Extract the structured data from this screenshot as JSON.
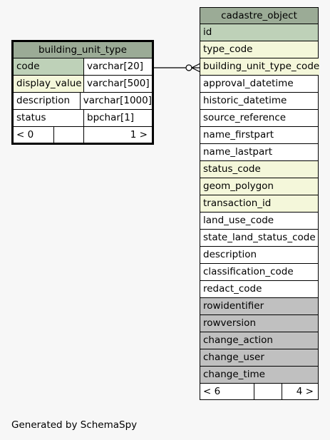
{
  "tables": {
    "building_unit_type": {
      "name": "building_unit_type",
      "columns": [
        {
          "name": "code",
          "type": "varchar[20]",
          "role": "key"
        },
        {
          "name": "display_value",
          "type": "varchar[500]",
          "role": "fk"
        },
        {
          "name": "description",
          "type": "varchar[1000]",
          "role": "plain"
        },
        {
          "name": "status",
          "type": "bpchar[1]",
          "role": "plain"
        }
      ],
      "footer": {
        "parents": "< 0",
        "children": "1 >"
      }
    },
    "cadastre_object": {
      "name": "cadastre_object",
      "columns": [
        {
          "name": "id",
          "role": "key"
        },
        {
          "name": "type_code",
          "role": "fk"
        },
        {
          "name": "building_unit_type_code",
          "role": "fk"
        },
        {
          "name": "approval_datetime",
          "role": "plain"
        },
        {
          "name": "historic_datetime",
          "role": "plain"
        },
        {
          "name": "source_reference",
          "role": "plain"
        },
        {
          "name": "name_firstpart",
          "role": "plain"
        },
        {
          "name": "name_lastpart",
          "role": "plain"
        },
        {
          "name": "status_code",
          "role": "fk"
        },
        {
          "name": "geom_polygon",
          "role": "fk"
        },
        {
          "name": "transaction_id",
          "role": "fk"
        },
        {
          "name": "land_use_code",
          "role": "plain"
        },
        {
          "name": "state_land_status_code",
          "role": "plain"
        },
        {
          "name": "description",
          "role": "plain"
        },
        {
          "name": "classification_code",
          "role": "plain"
        },
        {
          "name": "redact_code",
          "role": "plain"
        },
        {
          "name": "rowidentifier",
          "role": "impl"
        },
        {
          "name": "rowversion",
          "role": "impl"
        },
        {
          "name": "change_action",
          "role": "impl"
        },
        {
          "name": "change_user",
          "role": "impl"
        },
        {
          "name": "change_time",
          "role": "impl"
        }
      ],
      "footer": {
        "parents": "< 6",
        "children": "4 >"
      }
    }
  },
  "relationship": {
    "from": "building_unit_type.code",
    "to": "cadastre_object.building_unit_type_code",
    "notation": "zero-or-many"
  },
  "footer_note": "Generated by SchemaSpy",
  "colors": {
    "title_bg": "#9bab96",
    "key_bg": "#bed1b8",
    "fk_bg": "#f4f7da",
    "implied_bg": "#c0c0c0",
    "background": "#f7f7f7"
  }
}
